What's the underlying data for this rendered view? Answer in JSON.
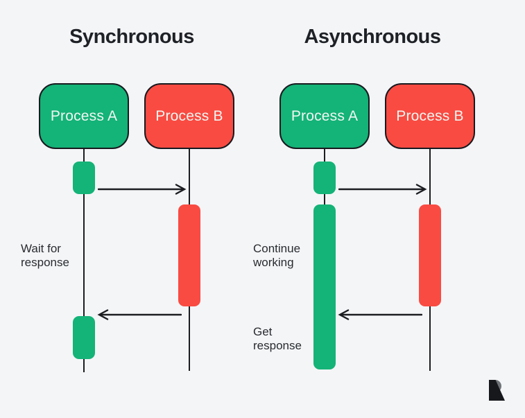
{
  "colors": {
    "background": "#F4F5F7",
    "green": "#14B377",
    "red": "#F94B42",
    "outline": "#17191E",
    "line": "#1B1D21",
    "text_dark": "#222529",
    "text_light": "#F1F7F3",
    "logo_black": "#17181C",
    "logo_gray": "#6F7277"
  },
  "sync": {
    "title": "Synchronous",
    "process_a_label": "Process A",
    "process_b_label": "Process B",
    "wait_label": "Wait for\nresponse"
  },
  "async": {
    "title": "Asynchronous",
    "process_a_label": "Process A",
    "process_b_label": "Process B",
    "continue_label": "Continue\nworking",
    "get_label": "Get\nresponse"
  },
  "icons": {
    "logo": "recraft-r-logo"
  }
}
